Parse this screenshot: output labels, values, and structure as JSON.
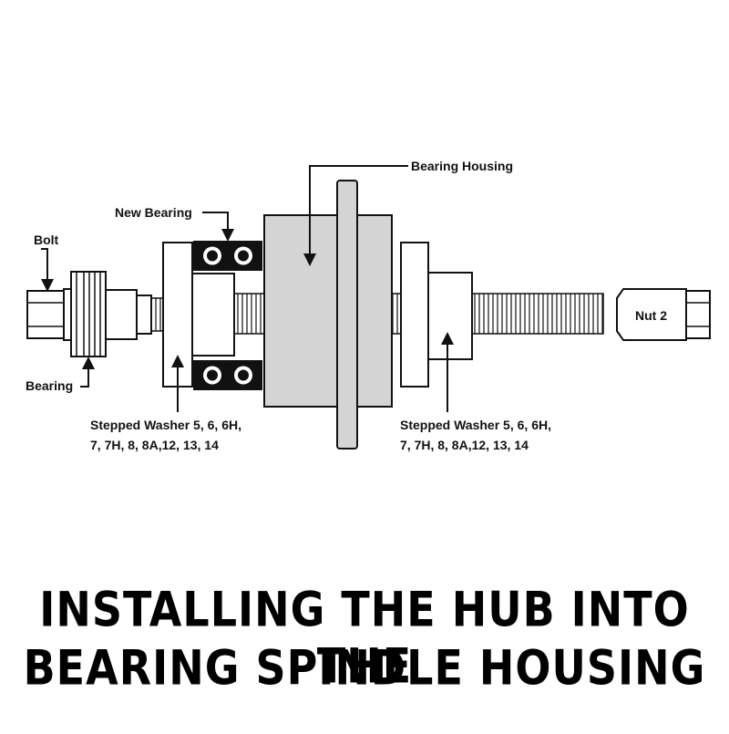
{
  "labels": {
    "bolt": "Bolt",
    "bearing": "Bearing",
    "new_bearing": "New Bearing",
    "bearing_housing": "Bearing Housing",
    "nut2": "Nut 2",
    "washer_left_line1": "Stepped Washer 5, 6, 6H,",
    "washer_left_line2": "7, 7H, 8, 8A,12, 13, 14",
    "washer_right_line1": "Stepped Washer 5, 6, 6H,",
    "washer_right_line2": "7, 7H, 8, 8A,12, 13, 14"
  },
  "title": {
    "line1": "INSTALLING THE HUB INTO THE",
    "line2": "BEARING SPINDLE HOUSING"
  },
  "colors": {
    "stroke": "#111111",
    "part_fill": "#ffffff",
    "housing_fill": "#d4d4d4",
    "bearing_fill": "#111111"
  }
}
